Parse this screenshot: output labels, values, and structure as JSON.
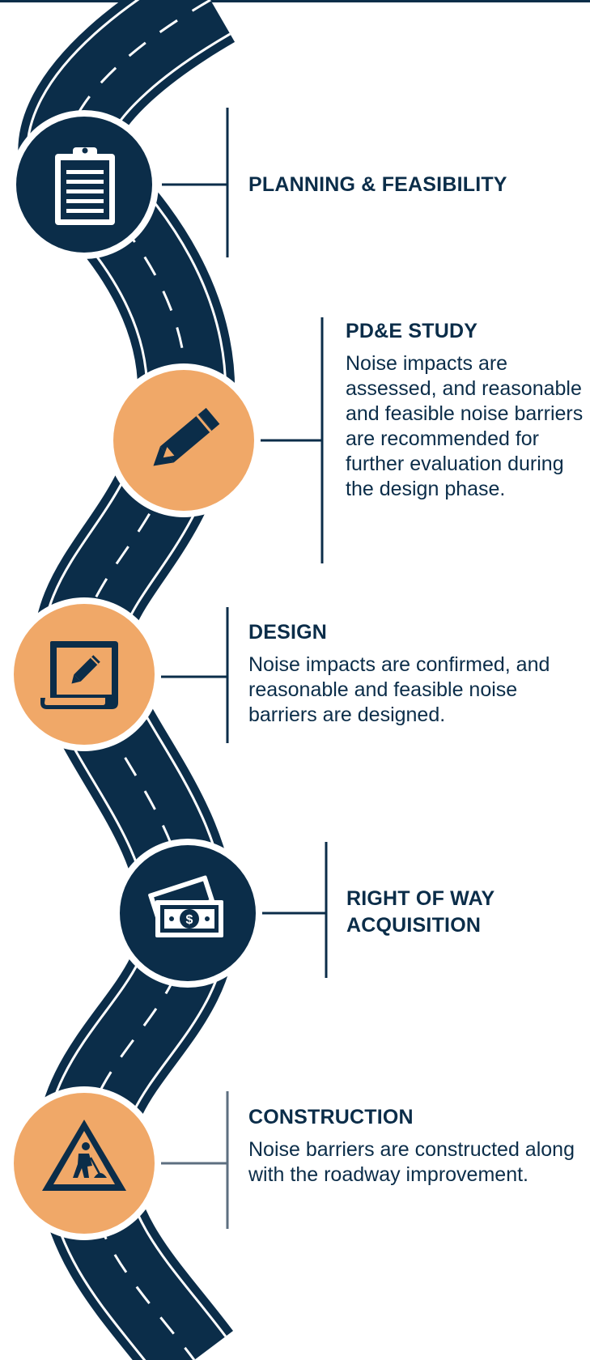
{
  "colors": {
    "navy": "#0b2d49",
    "orange": "#f0a868",
    "white": "#ffffff",
    "connector_gray": "#5d6f80"
  },
  "steps": [
    {
      "id": "planning",
      "title": "PLANNING & FEASIBILITY",
      "description": "",
      "icon": "clipboard-icon",
      "circle_color": "navy"
    },
    {
      "id": "pde-study",
      "title": "PD&E STUDY",
      "description": "Noise impacts are assessed, and reasonable and feasible noise barriers are recommended for further evaluation during the design phase.",
      "icon": "pencil-icon",
      "circle_color": "orange"
    },
    {
      "id": "design",
      "title": "DESIGN",
      "description": "Noise impacts are confirmed, and reasonable and feasible noise barriers are designed.",
      "icon": "blueprint-icon",
      "circle_color": "orange"
    },
    {
      "id": "right-of-way",
      "title": "RIGHT OF WAY\nACQUISITION",
      "description": "",
      "icon": "money-icon",
      "circle_color": "navy"
    },
    {
      "id": "construction",
      "title": "CONSTRUCTION",
      "description": "Noise barriers are constructed along with the roadway improvement.",
      "icon": "construction-sign-icon",
      "circle_color": "orange"
    }
  ]
}
